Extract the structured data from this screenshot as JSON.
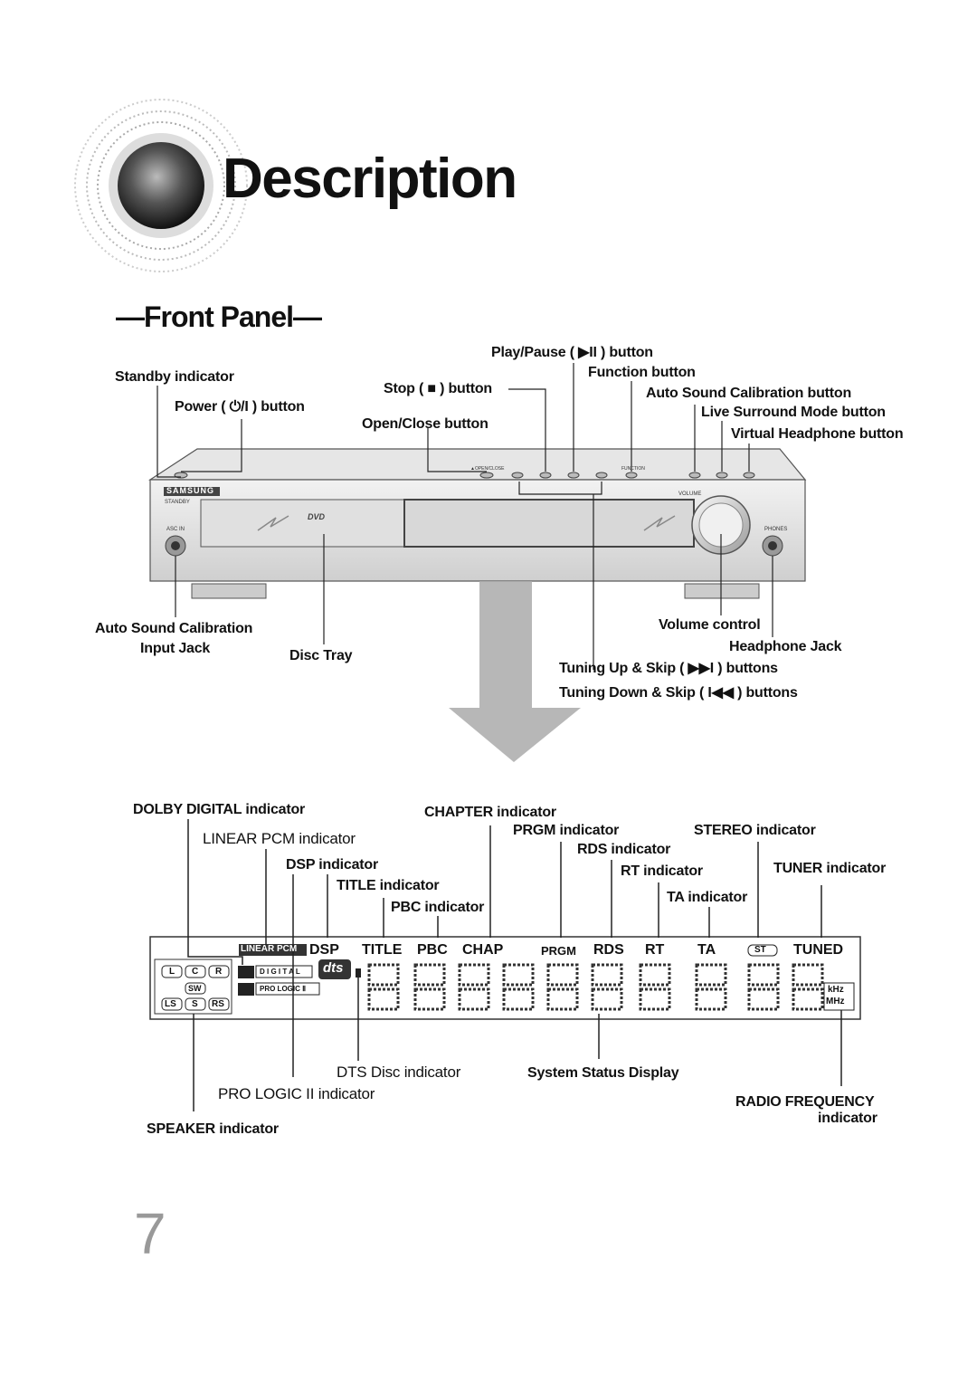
{
  "page": {
    "title": "Description",
    "section": "—Front Panel—",
    "page_number": "7"
  },
  "front_panel": {
    "brand": "SAMSUNG",
    "labels": {
      "play_pause": "Play/Pause ( ▶II ) button",
      "function": "Function button",
      "standby": "Standby indicator",
      "stop": "Stop ( ■ ) button",
      "auto_calib": "Auto Sound Calibration button",
      "power": "Power ( ⏻/I ) button",
      "live_surround": "Live Surround Mode button",
      "open_close": "Open/Close button",
      "virtual_headphone": "Virtual Headphone button",
      "asc_jack_1": "Auto Sound Calibration",
      "asc_jack_2": "Input Jack",
      "disc_tray": "Disc Tray",
      "volume": "Volume control",
      "headphone": "Headphone Jack",
      "tuning_up": "Tuning Up & Skip ( ▶▶I ) buttons",
      "tuning_down": "Tuning Down & Skip ( I◀◀ ) buttons"
    },
    "device_text": {
      "standby_small": "STANDBY",
      "asc_in": "ASC IN",
      "volume_small": "VOLUME",
      "phones_small": "PHONES",
      "open_close_small": "▲OPEN/CLOSE",
      "function_small": "FUNCTION",
      "dvd_logo": "DVD"
    }
  },
  "display": {
    "labels": {
      "dolby_digital": "DOLBY DIGITAL indicator",
      "linear_pcm": "LINEAR PCM indicator",
      "dsp": "DSP indicator",
      "title": "TITLE indicator",
      "pbc": "PBC indicator",
      "chapter": "CHAPTER indicator",
      "prgm": "PRGM indicator",
      "rds": "RDS indicator",
      "rt": "RT indicator",
      "ta": "TA indicator",
      "stereo": "STEREO indicator",
      "tuner": "TUNER indicator",
      "dts_disc": "DTS Disc indicator",
      "pro_logic": "PRO LOGIC II indicator",
      "speaker": "SPEAKER indicator",
      "system_status": "System Status Display",
      "radio_freq_1": "RADIO FREQUENCY",
      "radio_freq_2": "indicator"
    },
    "panel_text": {
      "linear_pcm": "LINEAR PCM",
      "dsp": "DSP",
      "title": "TITLE",
      "pbc": "PBC",
      "chap": "CHAP",
      "prgm": "PRGM",
      "rds": "RDS",
      "rt": "RT",
      "ta": "TA",
      "st": "ST",
      "tuned": "TUNED",
      "digital": "D I G I T A L",
      "pro_logic": "PRO LOGIC Ⅱ",
      "dts": "dts",
      "khz": "kHz",
      "mhz": "MHz",
      "spk_l": "L",
      "spk_c": "C",
      "spk_r": "R",
      "spk_sw": "SW",
      "spk_ls": "LS",
      "spk_s": "S",
      "spk_rs": "RS"
    }
  }
}
